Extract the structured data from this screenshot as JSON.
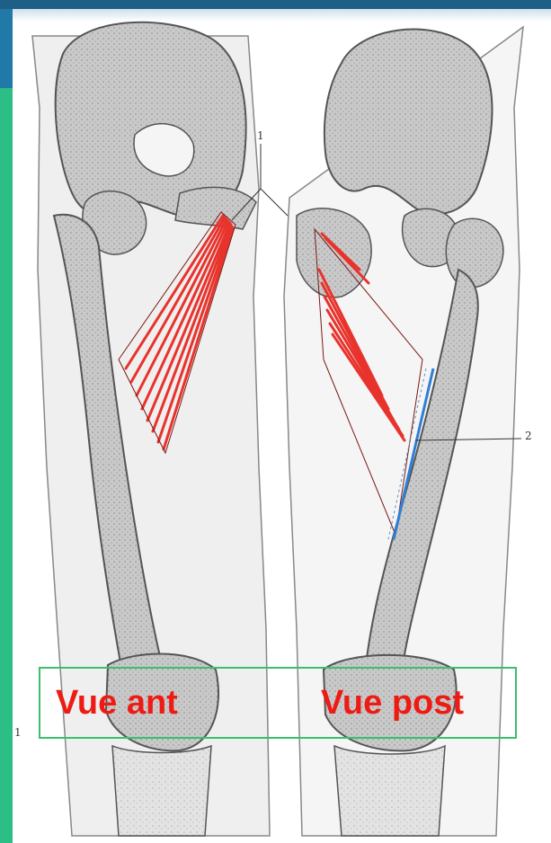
{
  "captions": {
    "anterior": "Vue ant",
    "posterior": "Vue post"
  },
  "callouts": {
    "one_top": "1",
    "two_right": "2",
    "one_bottom": "1"
  },
  "colors": {
    "muscle_red": "#e8332c",
    "nerve_blue": "#2f7fd6",
    "caption_text": "#ee1b14",
    "caption_border": "#3bbf6f",
    "side_bar_green": "#2bbf86",
    "side_bar_blue": "#2079a6",
    "bone_gray": "#bdbdbd"
  }
}
